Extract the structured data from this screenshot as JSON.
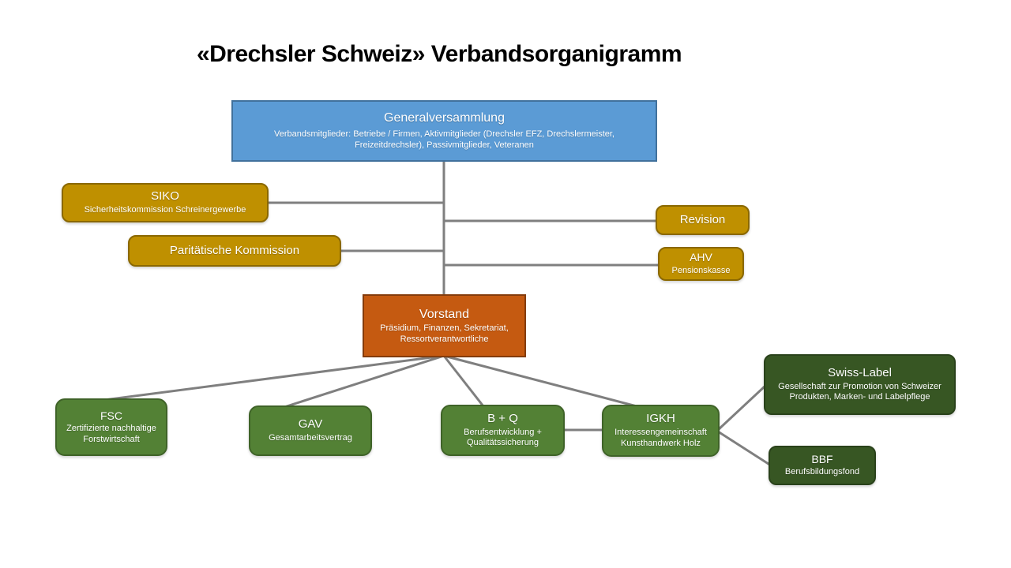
{
  "title": "«Drechsler Schweiz» Verbandsorganigramm",
  "nodes": {
    "generalversammlung": {
      "title": "Generalversammlung",
      "subtitle": "Verbandsmitglieder: Betriebe / Firmen, Aktivmitglieder (Drechsler EFZ, Drechslermeister, Freizeitdrechsler), Passivmitglieder, Veteranen"
    },
    "siko": {
      "title": "SIKO",
      "subtitle": "Sicherheitskommission Schreinergewerbe"
    },
    "paritaetische_kommission": {
      "title": "Paritätische Kommission"
    },
    "revision": {
      "title": "Revision"
    },
    "ahv": {
      "title": "AHV",
      "subtitle": "Pensionskasse"
    },
    "vorstand": {
      "title": "Vorstand",
      "subtitle": "Präsidium, Finanzen, Sekretariat, Ressortverantwortliche"
    },
    "fsc": {
      "title": "FSC",
      "subtitle": "Zertifizierte nachhaltige Forstwirtschaft"
    },
    "gav": {
      "title": "GAV",
      "subtitle": "Gesamtarbeitsvertrag"
    },
    "bq": {
      "title": "B + Q",
      "subtitle": "Berufsentwicklung + Qualitätssicherung"
    },
    "igkh": {
      "title": "IGKH",
      "subtitle": "Interessengemeinschaft Kunsthandwerk Holz"
    },
    "swiss_label": {
      "title": "Swiss-Label",
      "subtitle": "Gesellschaft zur Promotion von Schweizer Produkten, Marken- und Labelpflege"
    },
    "bbf": {
      "title": "BBF",
      "subtitle": "Berufsbildungsfond"
    }
  },
  "colors": {
    "blue": "#5B9BD5",
    "blue_border": "#41719C",
    "gold": "#BF9000",
    "gold_border": "#8A6800",
    "orange": "#C55A11",
    "orange_border": "#843C0C",
    "green": "#538135",
    "green_border": "#3F6328",
    "dark_green": "#375623",
    "dark_green_border": "#2A421B",
    "connector": "#7F7F7F",
    "title_text": "#000000",
    "node_text": "#FFFFFF"
  }
}
